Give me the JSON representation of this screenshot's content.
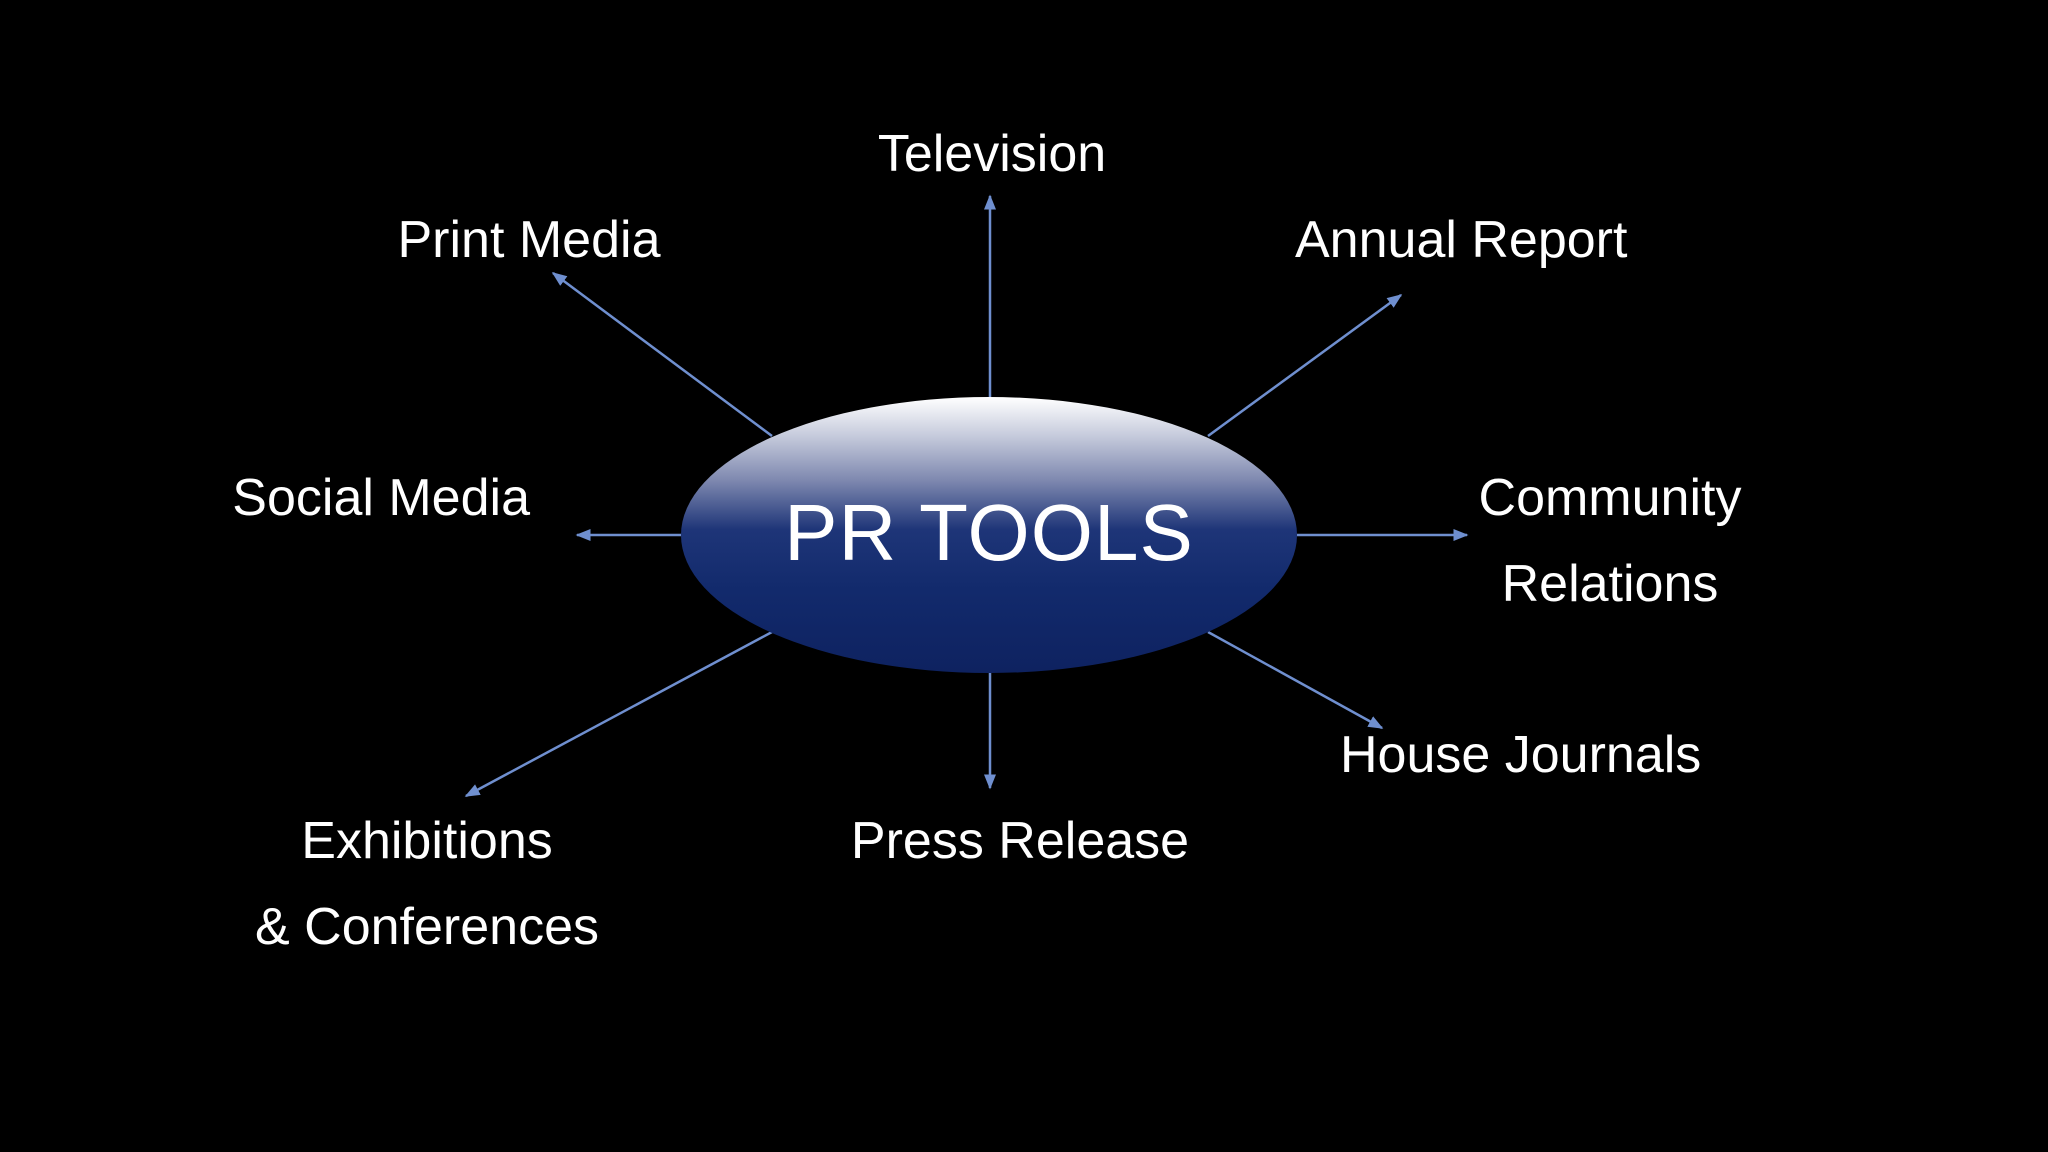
{
  "hub": {
    "label": "PR TOOLS"
  },
  "tools": {
    "television": "Television",
    "print_media": "Print Media",
    "annual_report": "Annual Report",
    "social_media": "Social Media",
    "community_relations": [
      "Community",
      "Relations"
    ],
    "house_journals": "House Journals",
    "press_release": "Press Release",
    "exhibitions_conferences": [
      "Exhibitions",
      "& Conferences"
    ]
  },
  "colors": {
    "background": "#000000",
    "text": "#ffffff",
    "arrow": "#6f8fcf",
    "hub_dark": "#0e2260",
    "hub_light": "#ffffff"
  }
}
